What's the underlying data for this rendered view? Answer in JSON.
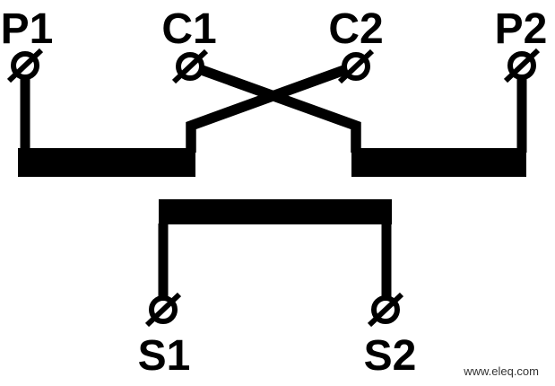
{
  "colors": {
    "background": "#ffffff",
    "ink": "#000000",
    "watermark": "#333333"
  },
  "terminals": {
    "p1": "P1",
    "c1": "C1",
    "c2": "C2",
    "p2": "P2",
    "s1": "S1",
    "s2": "S2"
  },
  "watermark": "www.eleq.com"
}
